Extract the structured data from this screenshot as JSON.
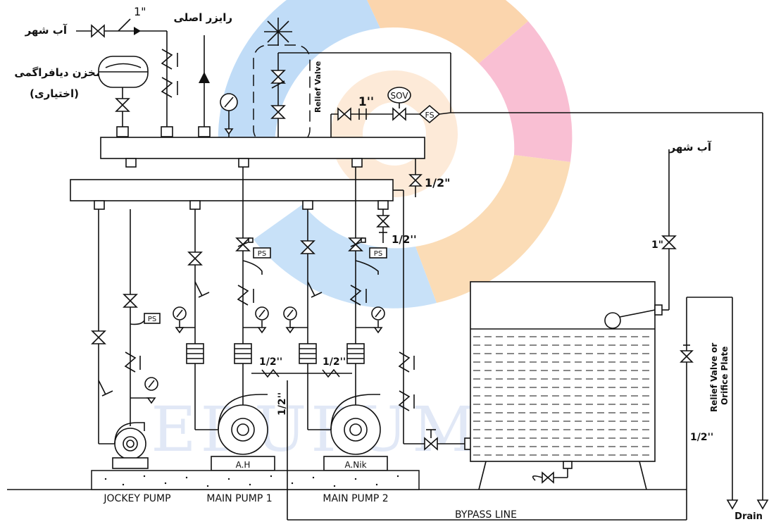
{
  "labels": {
    "city_water_top": "آب شهر",
    "city_water_right": "آب شهر",
    "main_riser": "رایزر اصلی",
    "diaphragm_tank_line1": "مخزن دیافراگمی",
    "diaphragm_tank_line2": "(اختیاری)",
    "inlet_size_top": "1\"",
    "relief_valve": "Relief Valve",
    "sov_size": "1''",
    "sov": "SOV",
    "fs": "FS",
    "size_half_a": "1/2\"",
    "size_half_b": "1/2''",
    "ps": "PS",
    "size_one_right": "1\"",
    "size_half_pump1": "1/2''",
    "size_half_pump2": "1/2''",
    "size_half_vertical": "1/2''",
    "pump1_tag": "A.H",
    "pump2_tag": "A.Nik",
    "relief_orifice_line1": "Relief Valve or",
    "relief_orifice_line2": "Orifice Plate",
    "size_half_right": "1/2''",
    "jockey_pump": "JOCKEY PUMP",
    "main_pump_1": "MAIN PUMP 1",
    "main_pump_2": "MAIN PUMP 2",
    "bypass_line": "BYPASS LINE",
    "drain": "Drain",
    "watermark": "EDUPUMP.IR"
  },
  "colors": {
    "line": "#111111",
    "watermark_orange": "#f6a04a",
    "watermark_pink": "#f06a8a",
    "watermark_blue": "#7fb2e6",
    "watermark_text": "#c9d6ee"
  }
}
